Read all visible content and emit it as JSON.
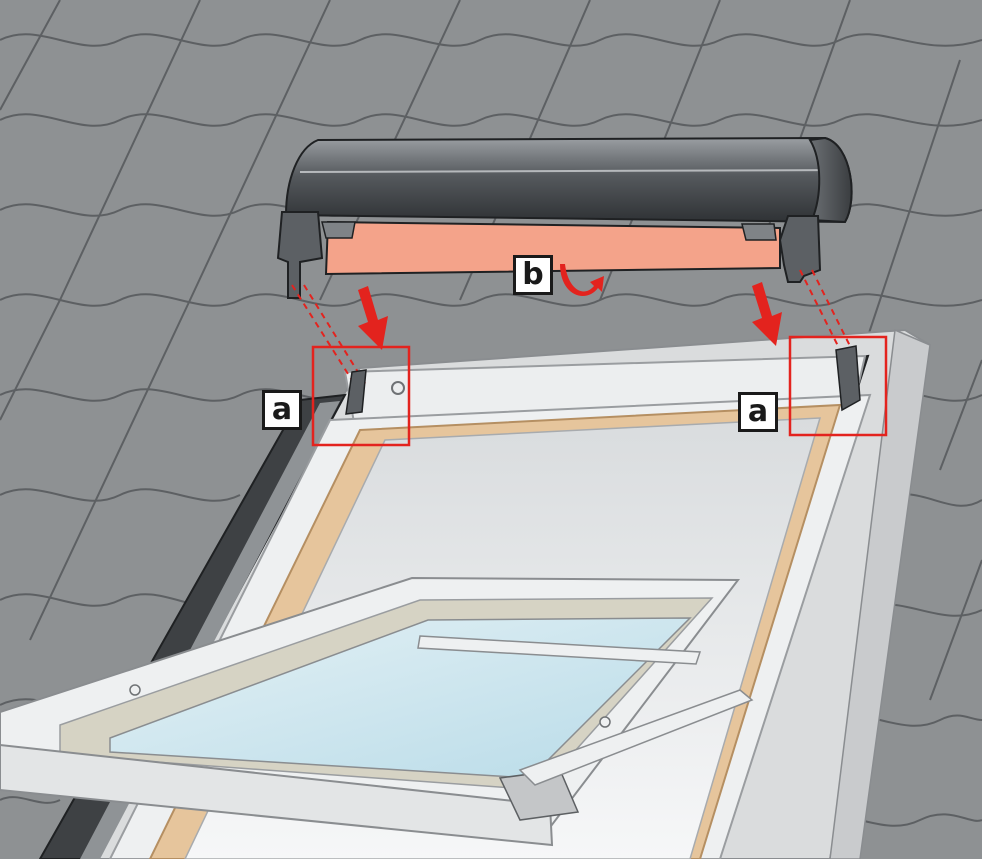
{
  "callouts": {
    "a_left": "a",
    "a_right": "a",
    "b": "b"
  },
  "colors": {
    "roof_tiles": "#8e9193",
    "roof_tile_lines": "#5d6063",
    "flashing": "#dadcdd",
    "frame_dark": "#3e4144",
    "sash_white": "#eef0f1",
    "wood": "#e6c59c",
    "glass": "#c6e3ee",
    "shade_cassette": "#55595d",
    "shade_fabric": "#f4a38a",
    "indicator_red": "#e3231e"
  }
}
